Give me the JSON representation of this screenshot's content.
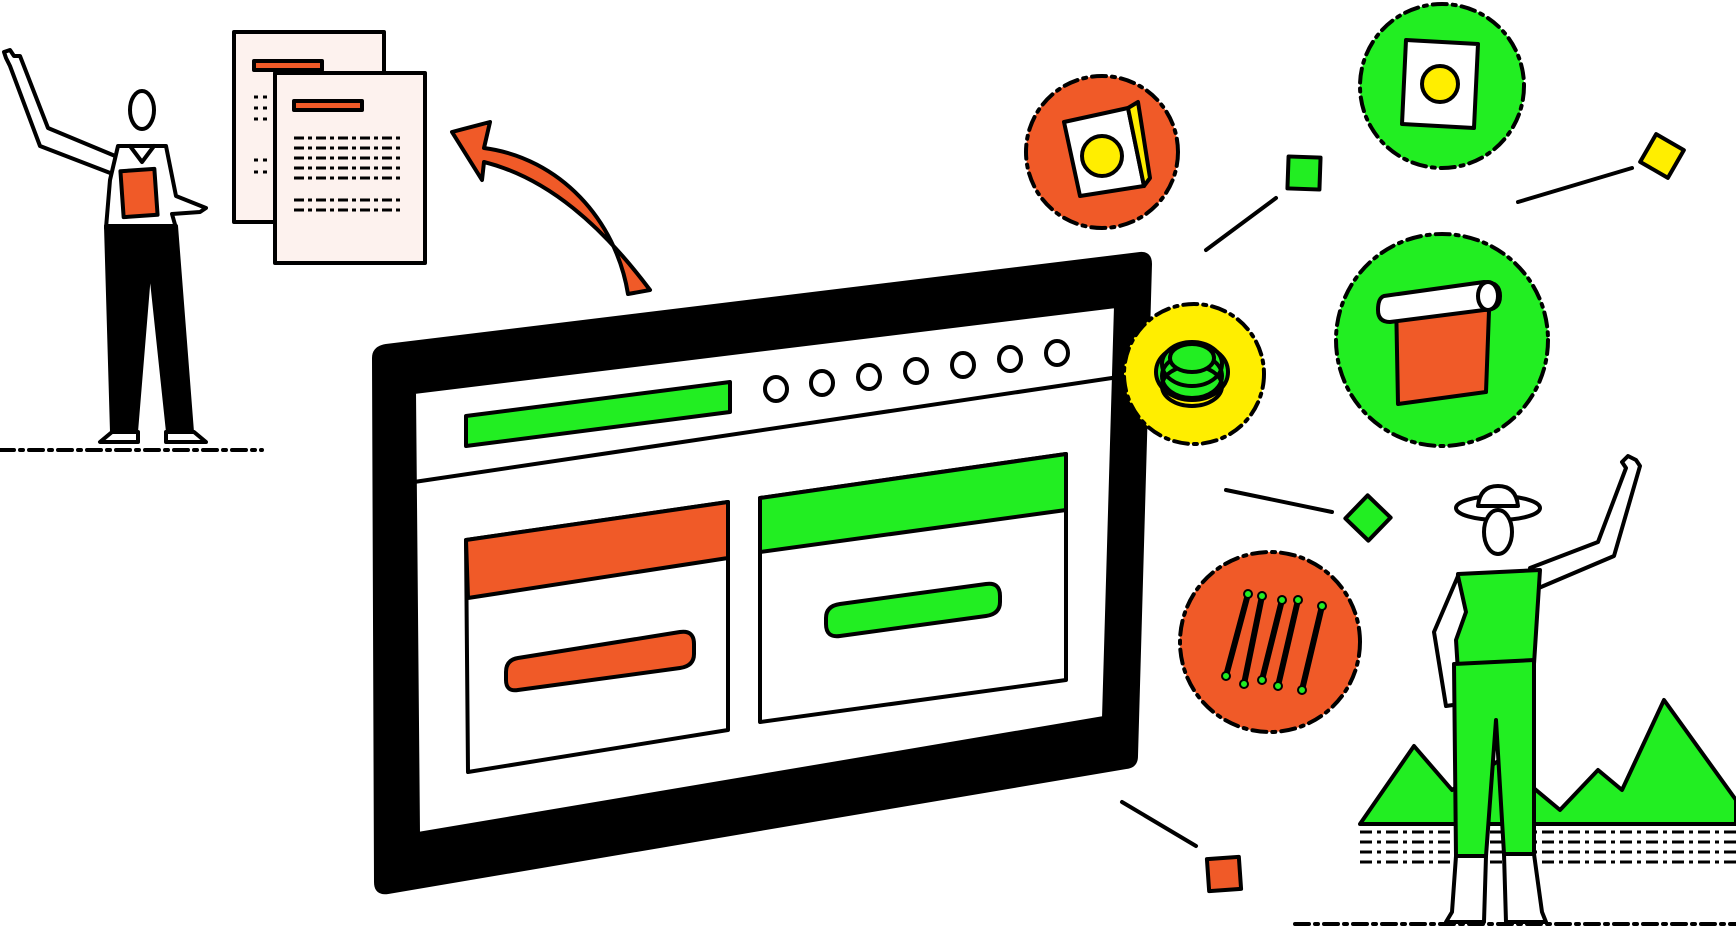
{
  "illustration": {
    "style": "flat-line-art",
    "background_color": "#ffffff",
    "accent_colors": {
      "green": "#22ee22",
      "orange": "#f05a28",
      "yellow": "#ffee00",
      "paper": "#fdf2ee",
      "ink": "#000000"
    },
    "figures": [
      "office-worker-with-clipboard",
      "farmer-with-hat"
    ],
    "icons": [
      "seed-packet-icon",
      "seed-bag-icon",
      "coiled-hose-icon",
      "tarp-roll-icon",
      "garden-stakes-icon"
    ],
    "monitor": {
      "status_dots": 7,
      "panels": [
        "orange-header-panel",
        "green-header-panel"
      ]
    }
  }
}
